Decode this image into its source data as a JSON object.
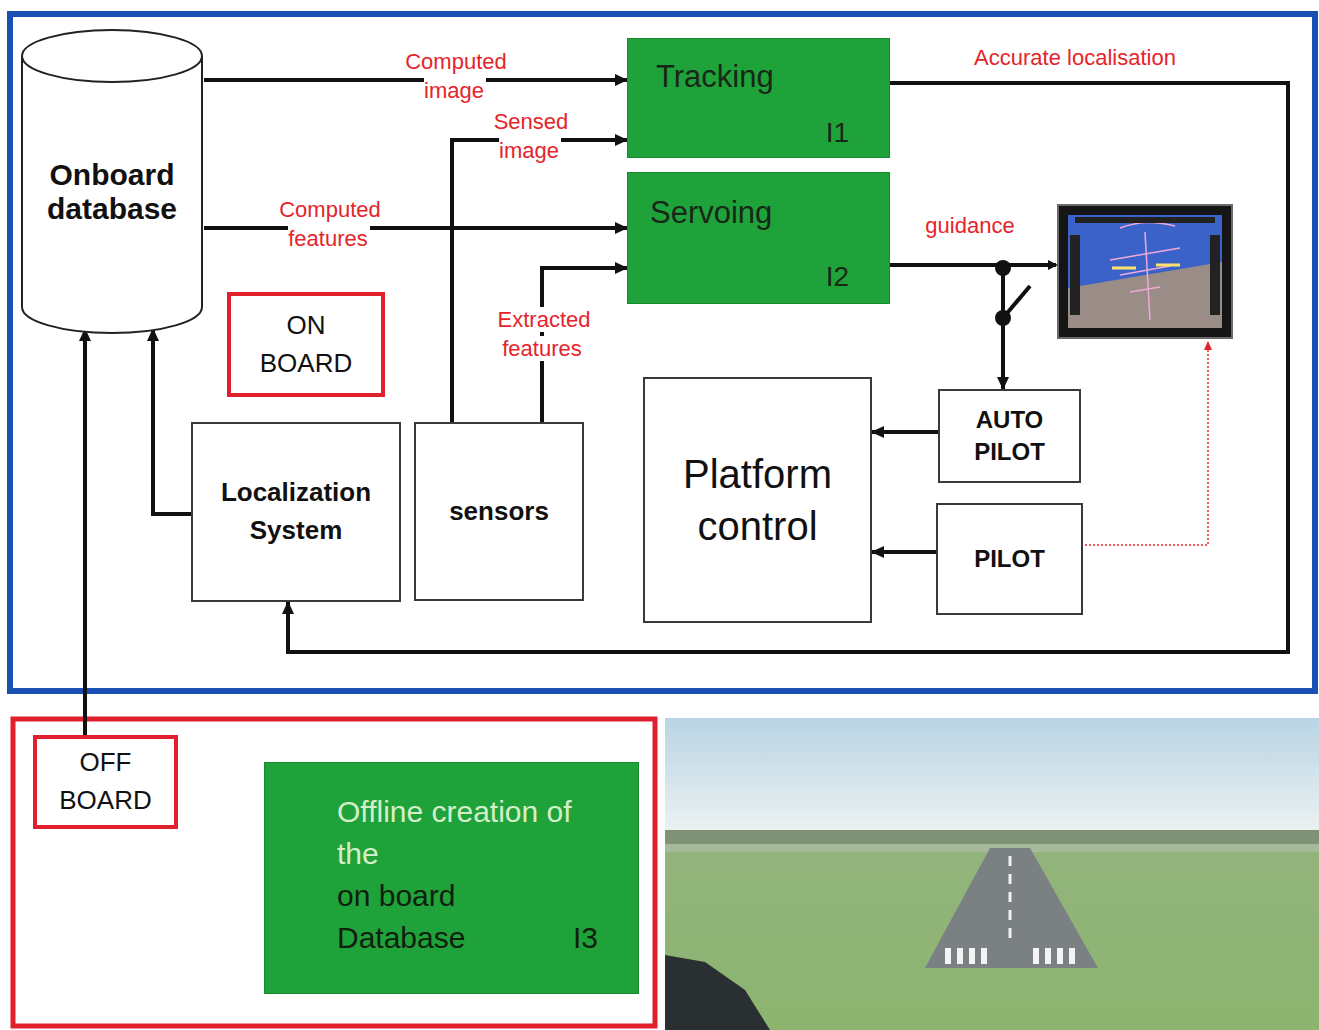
{
  "diagram": {
    "nodes": [
      {
        "text": [
          "Onboard database"
        ]
      },
      {
        "text": [
          "Tracking",
          "I1"
        ]
      },
      {
        "text": [
          "Servoing",
          "I2"
        ]
      },
      {
        "text": [
          "ON BOARD"
        ]
      },
      {
        "text": [
          "Localization System"
        ]
      },
      {
        "text": [
          "sensors"
        ]
      },
      {
        "text": [
          "Platform control"
        ]
      },
      {
        "text": [
          "AUTO PILOT"
        ]
      },
      {
        "text": [
          "PILOT"
        ]
      },
      {
        "text": [
          "OFF BOARD"
        ]
      },
      {
        "text": [
          "Offline creation of the",
          "on board Database",
          "I3"
        ]
      }
    ],
    "edges": [
      {
        "from": 0,
        "to": 1,
        "label": "Computed image",
        "arrow": "to"
      },
      {
        "from": 5,
        "to": 1,
        "label": "Sensed image",
        "arrow": "to"
      },
      {
        "from": 0,
        "to": 2,
        "label": "Computed features",
        "arrow": "to"
      },
      {
        "from": 5,
        "to": 2,
        "label": "Extracted features",
        "arrow": "to"
      },
      {
        "from": 2,
        "to": 7,
        "label": "guidance",
        "arrow": "to"
      },
      {
        "from": 1,
        "to": 4,
        "label": "Accurate localisation",
        "arrow": "to"
      },
      {
        "from": 4,
        "to": 0,
        "arrow": "to"
      },
      {
        "from": 7,
        "to": 6,
        "arrow": "to"
      },
      {
        "from": 8,
        "to": 6,
        "arrow": "to"
      },
      {
        "from": 9,
        "to": 0,
        "arrow": "to"
      }
    ]
  }
}
